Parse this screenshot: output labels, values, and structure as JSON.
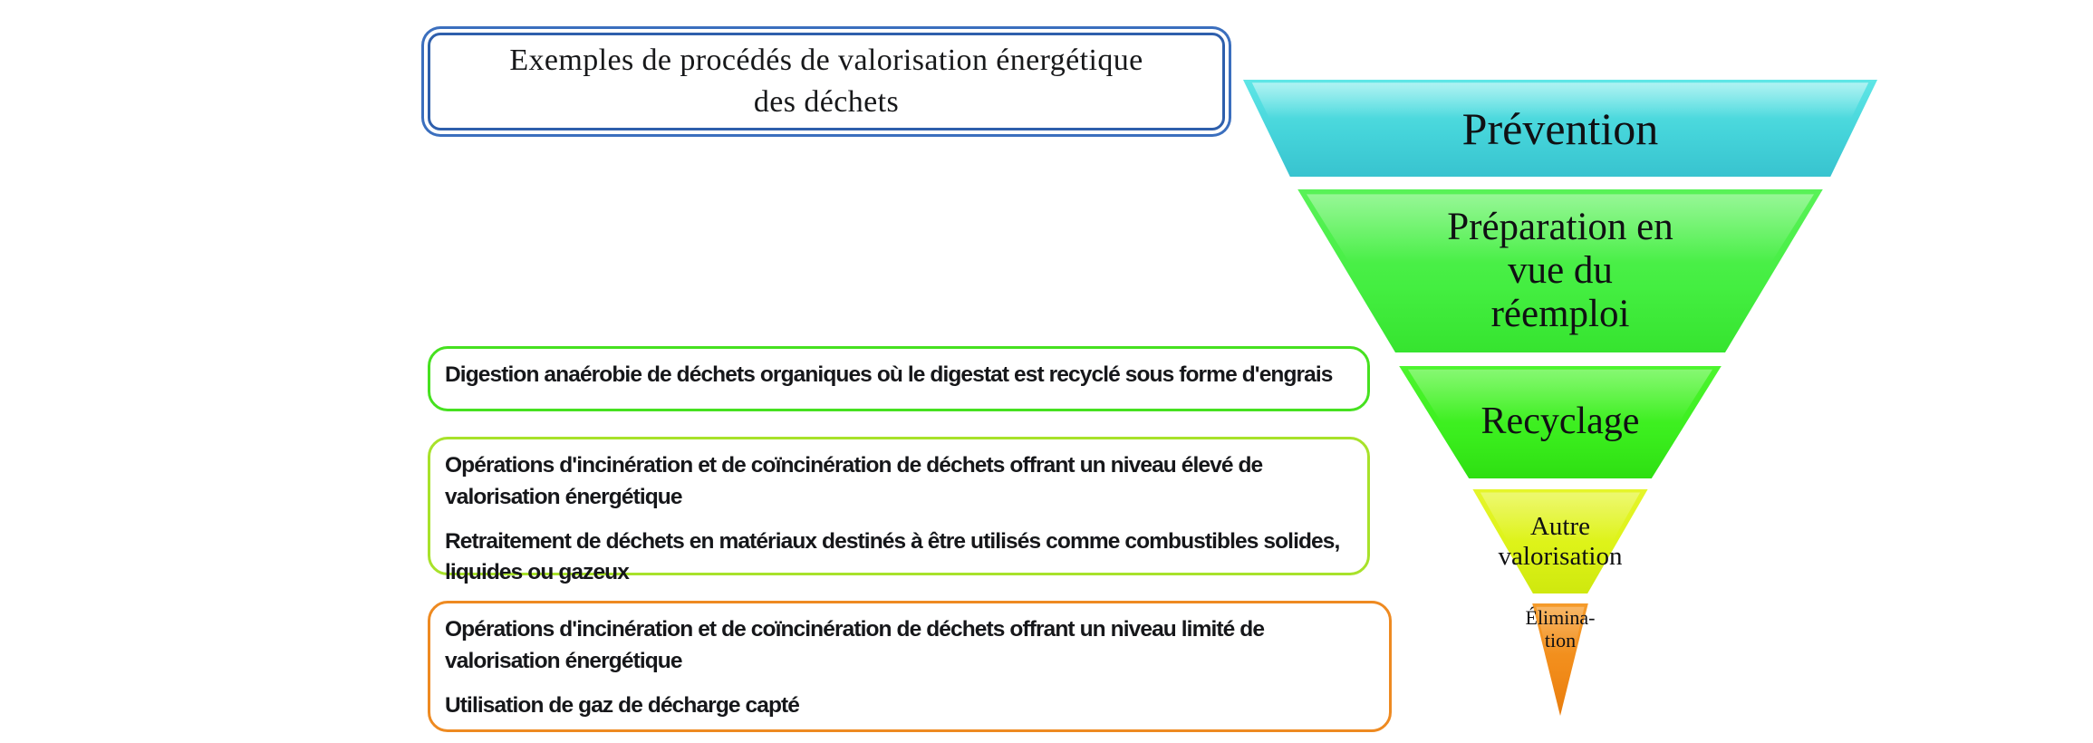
{
  "title_box": {
    "text": "Exemples  de procédés  de valorisation  énergétique\ndes déchets",
    "border_color": "#2E5FAC"
  },
  "info_boxes": [
    {
      "name": "anaerobic-digestion-box",
      "border_color": "#46E120",
      "lines": [
        "Digestion anaérobie de déchets organiques où le digestat est recyclé sous forme d'engrais"
      ]
    },
    {
      "name": "high-energy-recovery-box",
      "border_color": "#A8E22A",
      "lines": [
        "Opérations d'incinération et de coïncinération de déchets offrant un niveau élevé de valorisation énergétique",
        "Retraitement de déchets en matériaux destinés à être utilisés comme combustibles solides, liquides ou gazeux"
      ]
    },
    {
      "name": "limited-energy-recovery-box",
      "border_color": "#EE8A21",
      "lines": [
        "Opérations d'incinération et de coïncinération de déchets offrant un niveau limité de valorisation énergétique",
        "Utilisation de gaz de décharge capté"
      ]
    }
  ],
  "pyramid": {
    "bands": [
      {
        "name": "prevention",
        "label": "Prévention",
        "color": "#45D4DA"
      },
      {
        "name": "preparation",
        "label": "Préparation  en\nvue  du\nréemploi",
        "color": "#44EE41"
      },
      {
        "name": "recyclage",
        "label": "Recyclage",
        "color": "#3BEE1E"
      },
      {
        "name": "autre",
        "label": "Autre\nvalorisation",
        "color": "#DDF318"
      },
      {
        "name": "elimination",
        "label": "Élimina-\ntion",
        "color": "#F28D1B"
      }
    ]
  }
}
